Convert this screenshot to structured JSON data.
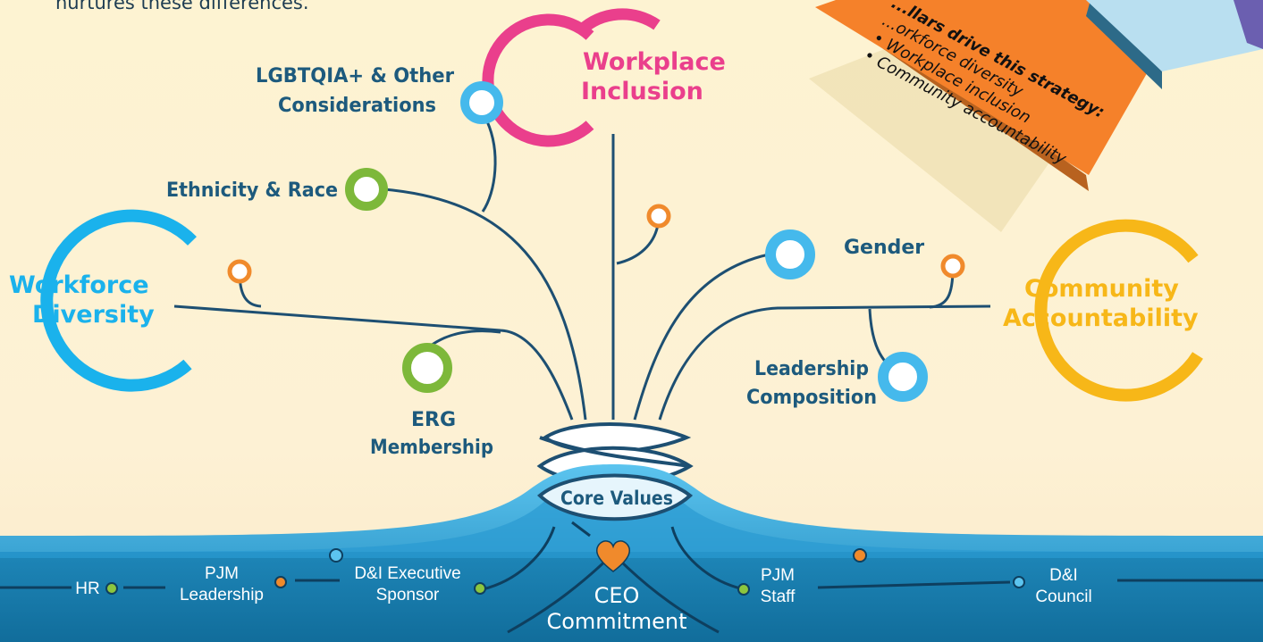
{
  "intro": {
    "text": "nurtures these differences."
  },
  "pillars": {
    "workforce": {
      "line1": "Workforce",
      "line2": "Diversity",
      "color": "#1ab2ec"
    },
    "inclusion": {
      "line1": "Workplace",
      "line2": "Inclusion",
      "color": "#ea3f8c"
    },
    "community": {
      "line1": "Community",
      "line2": "Accountability",
      "color": "#f7b718"
    }
  },
  "branches": {
    "lgbtqia": {
      "line1": "LGBTQIA+ & Other",
      "line2": "Considerations",
      "color": "#45b9ec"
    },
    "ethnicity": {
      "label": "Ethnicity & Race",
      "color": "#7db83a"
    },
    "erg": {
      "line1": "ERG",
      "line2": "Membership",
      "color": "#7db83a"
    },
    "gender": {
      "label": "Gender",
      "color": "#45b9ec"
    },
    "leadership": {
      "line1": "Leadership",
      "line2": "Composition",
      "color": "#45b9ec"
    }
  },
  "core": {
    "label": "Core Values",
    "heart_color": "#f08a2c"
  },
  "bar": {
    "hr": "HR",
    "pjm_leadership": {
      "line1": "PJM",
      "line2": "Leadership"
    },
    "di_exec": {
      "line1": "D&I Executive",
      "line2": "Sponsor"
    },
    "ceo": {
      "line1": "CEO",
      "line2": "Commitment"
    },
    "pjm_staff": {
      "line1": "PJM",
      "line2": "Staff"
    },
    "di_council": {
      "line1": "D&I",
      "line2": "Council"
    }
  },
  "box": {
    "line1": "...llars drive this strategy:",
    "line2": "...orkforce diversity",
    "line3": "• Workplace inclusion",
    "line4": "• Community accountability",
    "color": "#f5812a"
  },
  "colors": {
    "navy_text": "#1d5a7d",
    "bar_blue": "#1579a8",
    "accent_orange": "#f08a2c",
    "accent_green": "#7db83a"
  }
}
